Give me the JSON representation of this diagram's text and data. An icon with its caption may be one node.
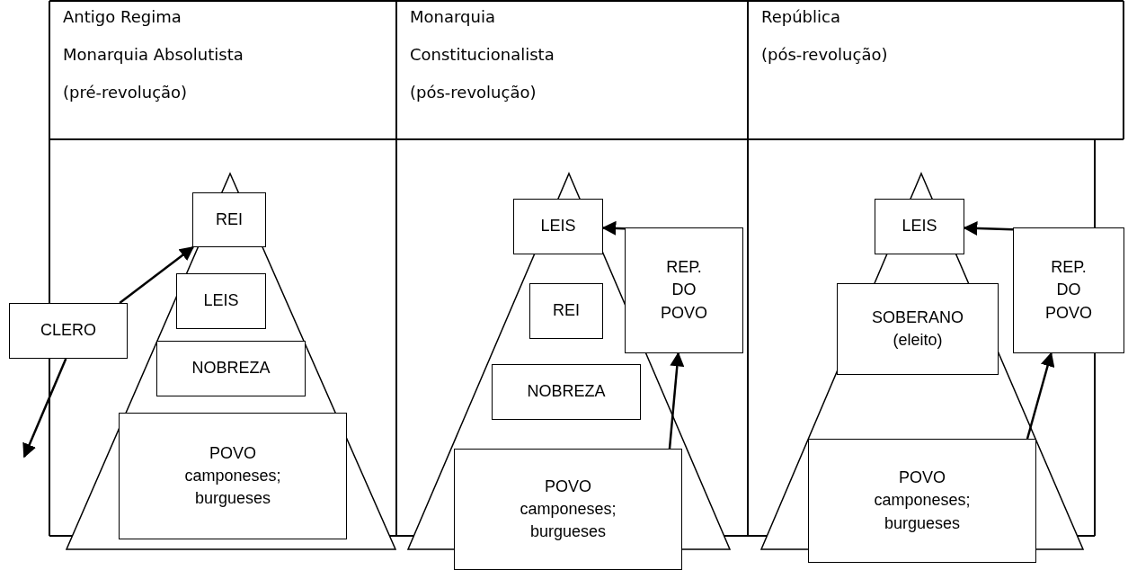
{
  "diagram": {
    "nodes": [
      {
        "text": [
          "CLERO"
        ]
      },
      {
        "text": [
          "REI"
        ]
      },
      {
        "text": [
          "LEIS"
        ]
      },
      {
        "text": [
          "NOBREZA"
        ]
      },
      {
        "text": [
          "POVO",
          "camponeses; burgueses"
        ]
      },
      {
        "text": [
          "LEIS"
        ]
      },
      {
        "text": [
          "REP. DO POVO"
        ]
      },
      {
        "text": [
          "REI"
        ]
      },
      {
        "text": [
          "NOBREZA"
        ]
      },
      {
        "text": [
          "POVO",
          "camponeses; burgueses"
        ]
      },
      {
        "text": [
          "LEIS"
        ]
      },
      {
        "text": [
          "REP. DO POVO"
        ]
      },
      {
        "text": [
          "SOBERANO (eleito)"
        ]
      },
      {
        "text": [
          "POVO",
          "camponeses; burgueses"
        ]
      }
    ],
    "edges": [
      {
        "from": 0,
        "to": 1,
        "arrow": "to"
      },
      {
        "from": 0,
        "to": null,
        "arrow": "to"
      },
      {
        "from": 6,
        "to": 5,
        "arrow": "to"
      },
      {
        "from": 9,
        "to": 6,
        "arrow": "to"
      },
      {
        "from": 11,
        "to": 10,
        "arrow": "to"
      },
      {
        "from": 13,
        "to": 11,
        "arrow": "to"
      }
    ],
    "labels": [
      "Antigo Regima",
      "Monarquia",
      "República",
      "Monarquia Absolutista",
      "Constitucionalista",
      "(pós-revolução)",
      "(pré-revolução)",
      "(pós-revolução)"
    ]
  }
}
